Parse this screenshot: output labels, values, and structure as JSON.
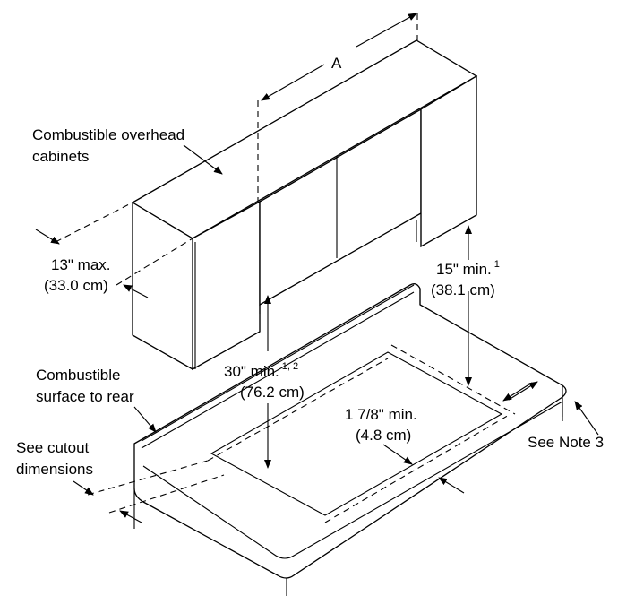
{
  "labels": {
    "dimension_a": "A",
    "overhead_cabinets_line1": "Combustible overhead",
    "overhead_cabinets_line2": "cabinets",
    "depth_max_line1": "13\" max.",
    "depth_max_line2": "(33.0 cm)",
    "side_clearance_line1": "15\" min.",
    "side_clearance_sup": "1",
    "side_clearance_line2": "(38.1 cm)",
    "height_clearance_line1": "30\" min.",
    "height_clearance_sup": "1, 2",
    "height_clearance_line2": "(76.2 cm)",
    "rear_surface_line1": "Combustible",
    "rear_surface_line2": "surface to rear",
    "front_clearance_line1": "1 7/8\" min.",
    "front_clearance_line2": "(4.8 cm)",
    "see_cutout_line1": "See cutout",
    "see_cutout_line2": "dimensions",
    "see_note": "See Note 3"
  }
}
